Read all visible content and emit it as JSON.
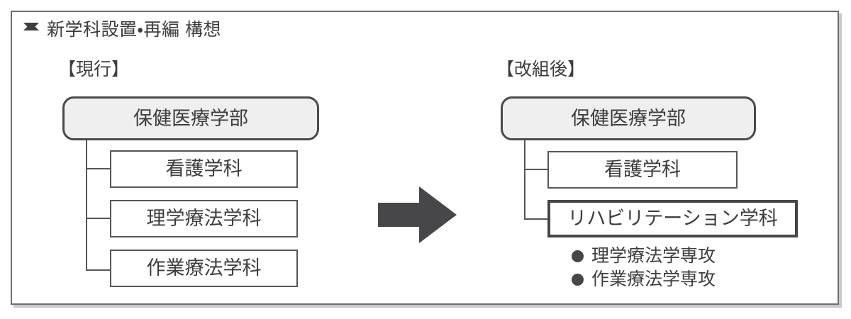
{
  "document": {
    "title": "新学科設置・再編 構想",
    "title_bullet_icon": "diamond-icon"
  },
  "columns": {
    "current": {
      "heading": "【現行】",
      "parent": {
        "label": "保健医療学部"
      },
      "children": [
        {
          "label": "看護学科"
        },
        {
          "label": "理学療法学科"
        },
        {
          "label": "作業療法学科"
        }
      ]
    },
    "after": {
      "heading": "【改組後】",
      "parent": {
        "label": "保健医療学部"
      },
      "children": [
        {
          "label": "看護学科"
        },
        {
          "label": "リハビリテーション学科"
        }
      ],
      "majors": [
        {
          "label": "理学療法学専攻"
        },
        {
          "label": "作業療法学専攻"
        }
      ]
    }
  },
  "transition": {
    "icon": "right-arrow-icon"
  },
  "colors": {
    "text": "#3d3d3f",
    "line": "#57575a",
    "parent_fill": "#efefef",
    "arrow": "#47474a",
    "frame": "#6e6e70"
  }
}
